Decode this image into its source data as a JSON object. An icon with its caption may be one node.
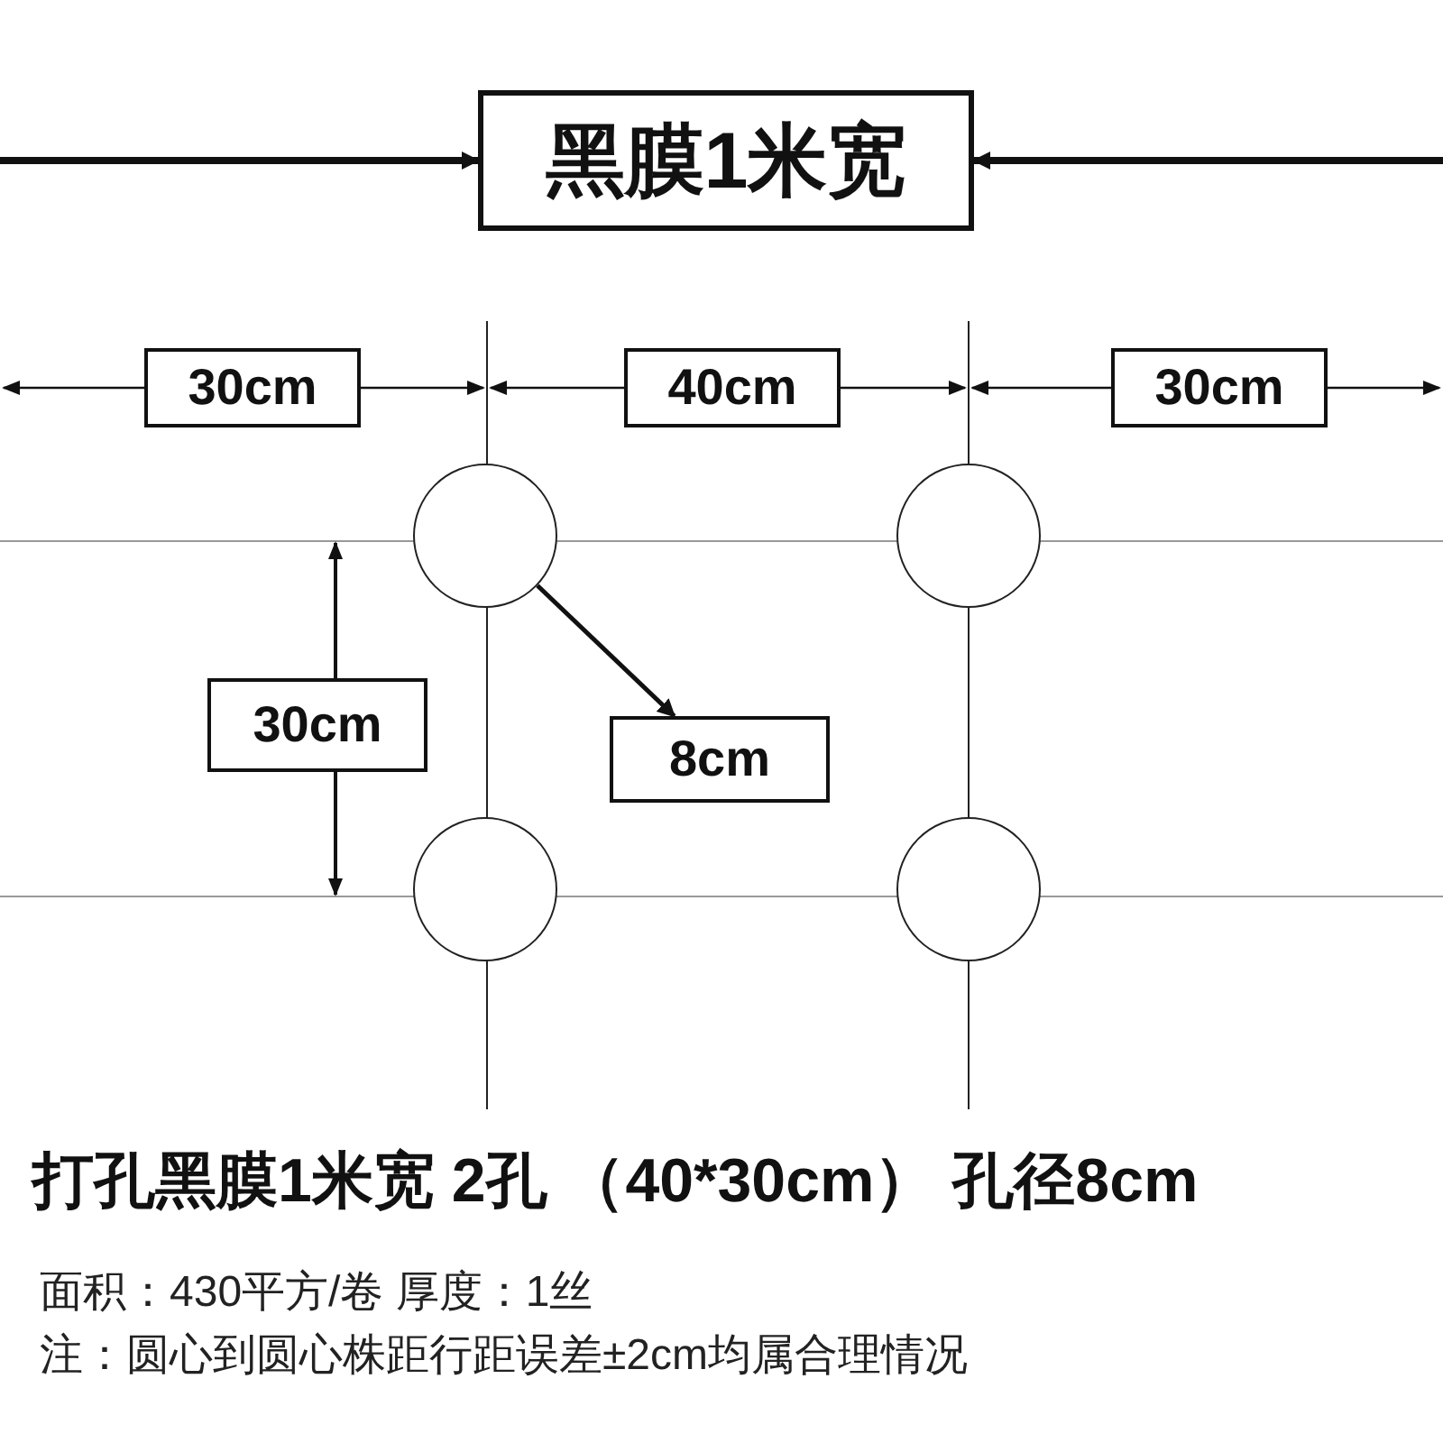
{
  "diagram": {
    "nodes": [
      {
        "text": [
          "黑膜1米宽"
        ]
      },
      {
        "text": [],
        "shape": "circle"
      },
      {
        "text": [],
        "shape": "circle"
      },
      {
        "text": [
          "8cm"
        ]
      },
      {
        "text": [],
        "shape": "circle"
      },
      {
        "text": [],
        "shape": "circle"
      }
    ],
    "edges": [
      {
        "from": null,
        "to": 0,
        "arrow": "to"
      },
      {
        "from": null,
        "to": 0,
        "arrow": "to"
      },
      {
        "from": 1,
        "to": 3,
        "arrow": "to"
      }
    ],
    "labels": [
      "30cm",
      "40cm",
      "30cm",
      "30cm",
      "打孔黑膜1米宽 2孔 （40*30cm） 孔径8cm",
      "面积：430平方/卷 厚度：1丝",
      "注：圆心到圆心株距行距误差±2cm均属合理情况"
    ]
  }
}
